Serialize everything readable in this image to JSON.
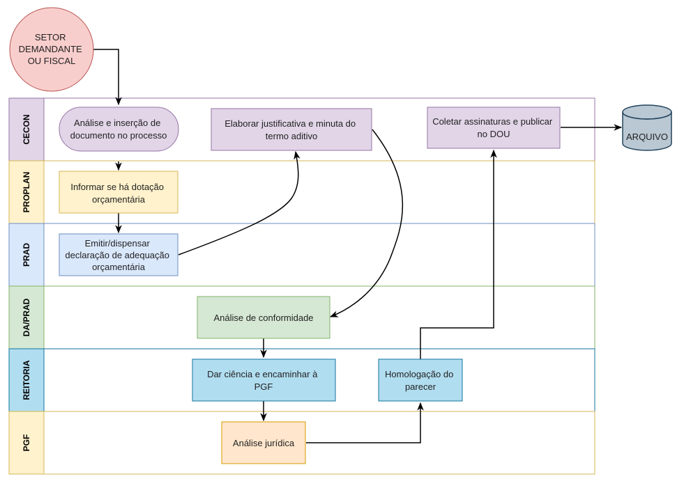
{
  "start": {
    "lines": [
      "SETOR",
      "DEMANDANTE",
      "OU FISCAL"
    ]
  },
  "lanes": [
    {
      "id": "cecon",
      "label": "CECON",
      "border": "#9673a6",
      "fill": "#e1d5e7"
    },
    {
      "id": "proplan",
      "label": "PROPLAN",
      "border": "#d6b656",
      "fill": "#fff2cc"
    },
    {
      "id": "prad",
      "label": "PRAD",
      "border": "#6c8ebf",
      "fill": "#dae8fc"
    },
    {
      "id": "daprad",
      "label": "DA/PRAD",
      "border": "#82b366",
      "fill": "#d5e8d4"
    },
    {
      "id": "reitoria",
      "label": "REITORIA",
      "border": "#10739e",
      "fill": "#b1ddf0"
    },
    {
      "id": "pgf",
      "label": "PGF",
      "border": "#d6b656",
      "fill": "#fff2cc"
    }
  ],
  "nodes": {
    "analise_insercao": [
      "Análise e inserção de",
      "documento no processo"
    ],
    "elaborar": [
      "Elaborar justificativa e minuta do",
      "termo aditivo"
    ],
    "coletar": [
      "Coletar assinaturas e publicar",
      "no DOU"
    ],
    "arquivo": [
      "ARQUIVO"
    ],
    "informar": [
      "Informar se há dotação",
      "orçamentária"
    ],
    "emitir": [
      "Emitir/dispensar",
      "declaração de adequação",
      "orçamentária"
    ],
    "conformidade": [
      "Análise de conformidade"
    ],
    "dar_ciencia": [
      "Dar ciência e encaminhar à",
      "PGF"
    ],
    "homologacao": [
      "Homologação do",
      "parecer"
    ],
    "juridica": [
      "Análise jurídica"
    ]
  },
  "colors": {
    "start_fill": "#f8cecc",
    "start_border": "#b85450",
    "purple_fill": "#e1d5e7",
    "purple_border": "#9673a6",
    "yellow_fill": "#fff2cc",
    "yellow_border": "#d6b656",
    "blue_fill": "#dae8fc",
    "blue_border": "#6c8ebf",
    "green_fill": "#d5e8d4",
    "green_border": "#82b366",
    "teal_fill": "#b1ddf0",
    "teal_border": "#10739e",
    "orange_fill": "#ffe6cc",
    "orange_border": "#d79b00",
    "db_fill": "#bac8d3",
    "db_border": "#23445d"
  }
}
